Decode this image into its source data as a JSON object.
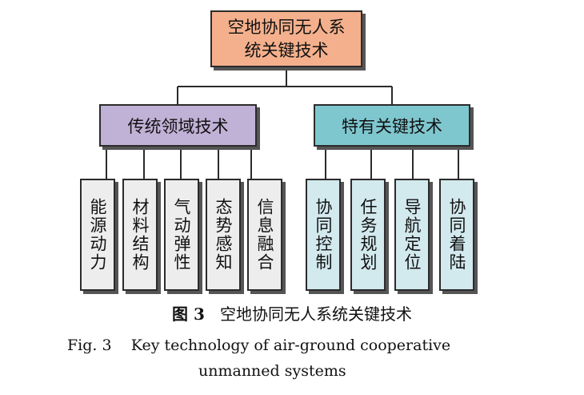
{
  "root": "空地协同无人系统关键技术",
  "categories": [
    {
      "label": "传统领域技术",
      "items": [
        "能源动力",
        "材料结构",
        "气动弹性",
        "态势感知",
        "信息融合"
      ]
    },
    {
      "label": "特有关键技术",
      "items": [
        "协同控制",
        "任务规划",
        "导航定位",
        "协同着陆"
      ]
    }
  ],
  "caption": {
    "zh_label": "图 3",
    "zh_text": "空地协同无人系统关键技术",
    "en_label": "Fig. 3",
    "en_text_line1": "Key technology of air-ground cooperative",
    "en_text_line2": "unmanned systems"
  },
  "colors": {
    "root": "#f4b08c",
    "category_left": "#c0b2d6",
    "category_right": "#7fc7cf",
    "leaf_left": "#ededed",
    "leaf_right": "#d2e9ee"
  }
}
